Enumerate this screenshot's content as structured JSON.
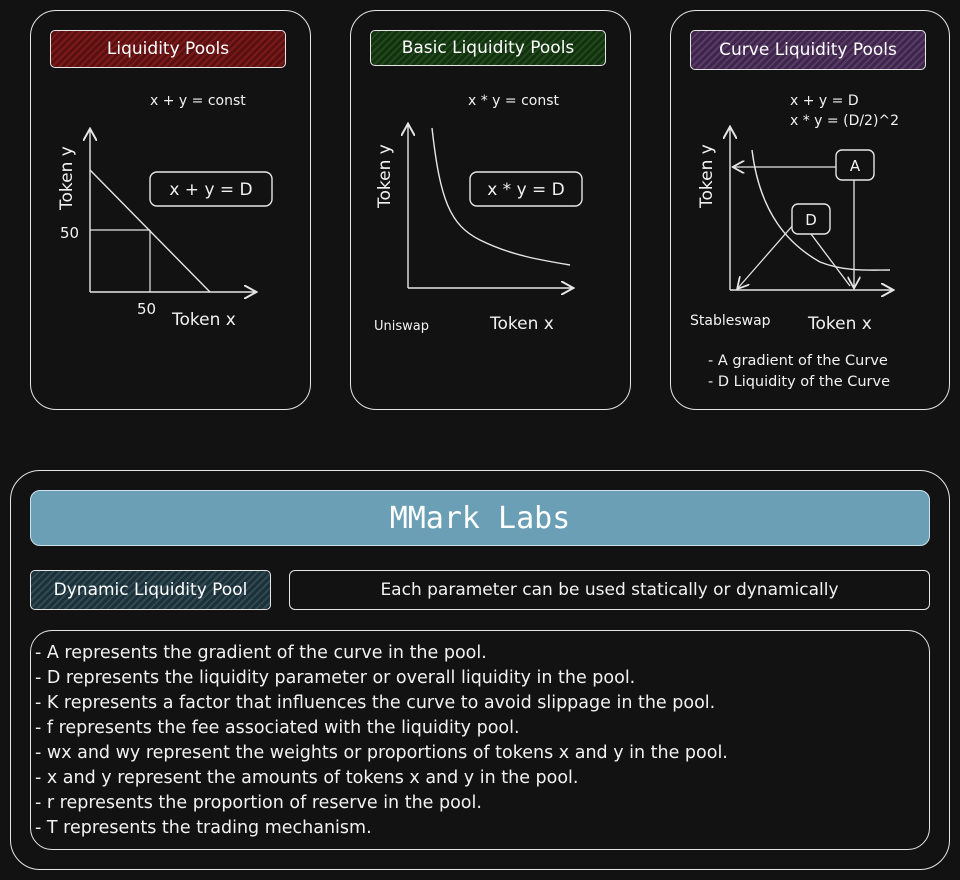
{
  "panels": {
    "p1": {
      "title": "Liquidity Pools",
      "equation": "x + y = const",
      "formula": "x + y = D",
      "ylabel": "Token y",
      "xlabel": "Token x",
      "tick_y": "50",
      "tick_x": "50"
    },
    "p2": {
      "title": "Basic Liquidity Pools",
      "equation": "x * y = const",
      "formula": "x * y = D",
      "ylabel": "Token y",
      "xlabel": "Token x",
      "caption": "Uniswap"
    },
    "p3": {
      "title": "Curve Liquidity Pools",
      "equation1": "x + y = D",
      "equation2": "x * y = (D/2)^2",
      "ylabel": "Token y",
      "xlabel": "Token x",
      "caption": "Stableswap",
      "marker_a": "A",
      "marker_d": "D",
      "legend1": "- A gradient of the Curve",
      "legend2": "- D Liquidity of the Curve"
    }
  },
  "bottom": {
    "brand": "MMark Labs",
    "dynamic_title": "Dynamic Liquidity Pool",
    "param_note": "Each parameter can be used statically or dynamically",
    "items": [
      "- A represents the gradient of the curve in the pool.",
      "- D represents the liquidity parameter or overall liquidity in the pool.",
      "- K represents a factor that influences the curve to avoid slippage in the pool.",
      "- f represents the fee associated with the liquidity pool.",
      "- wx and wy represent the weights or proportions of tokens x and y in the pool.",
      "- x and y represent the amounts of tokens x and y in the pool.",
      "- r represents the proportion of reserve in the pool.",
      "- T represents the trading mechanism."
    ]
  },
  "colors": {
    "background": "#121212",
    "banner": "#6a9fb5",
    "red_tag": "#7a1a1a",
    "green_tag": "#1f4a1a",
    "purple_tag": "#5a3a6a",
    "teal_tag": "#2e4a55"
  }
}
